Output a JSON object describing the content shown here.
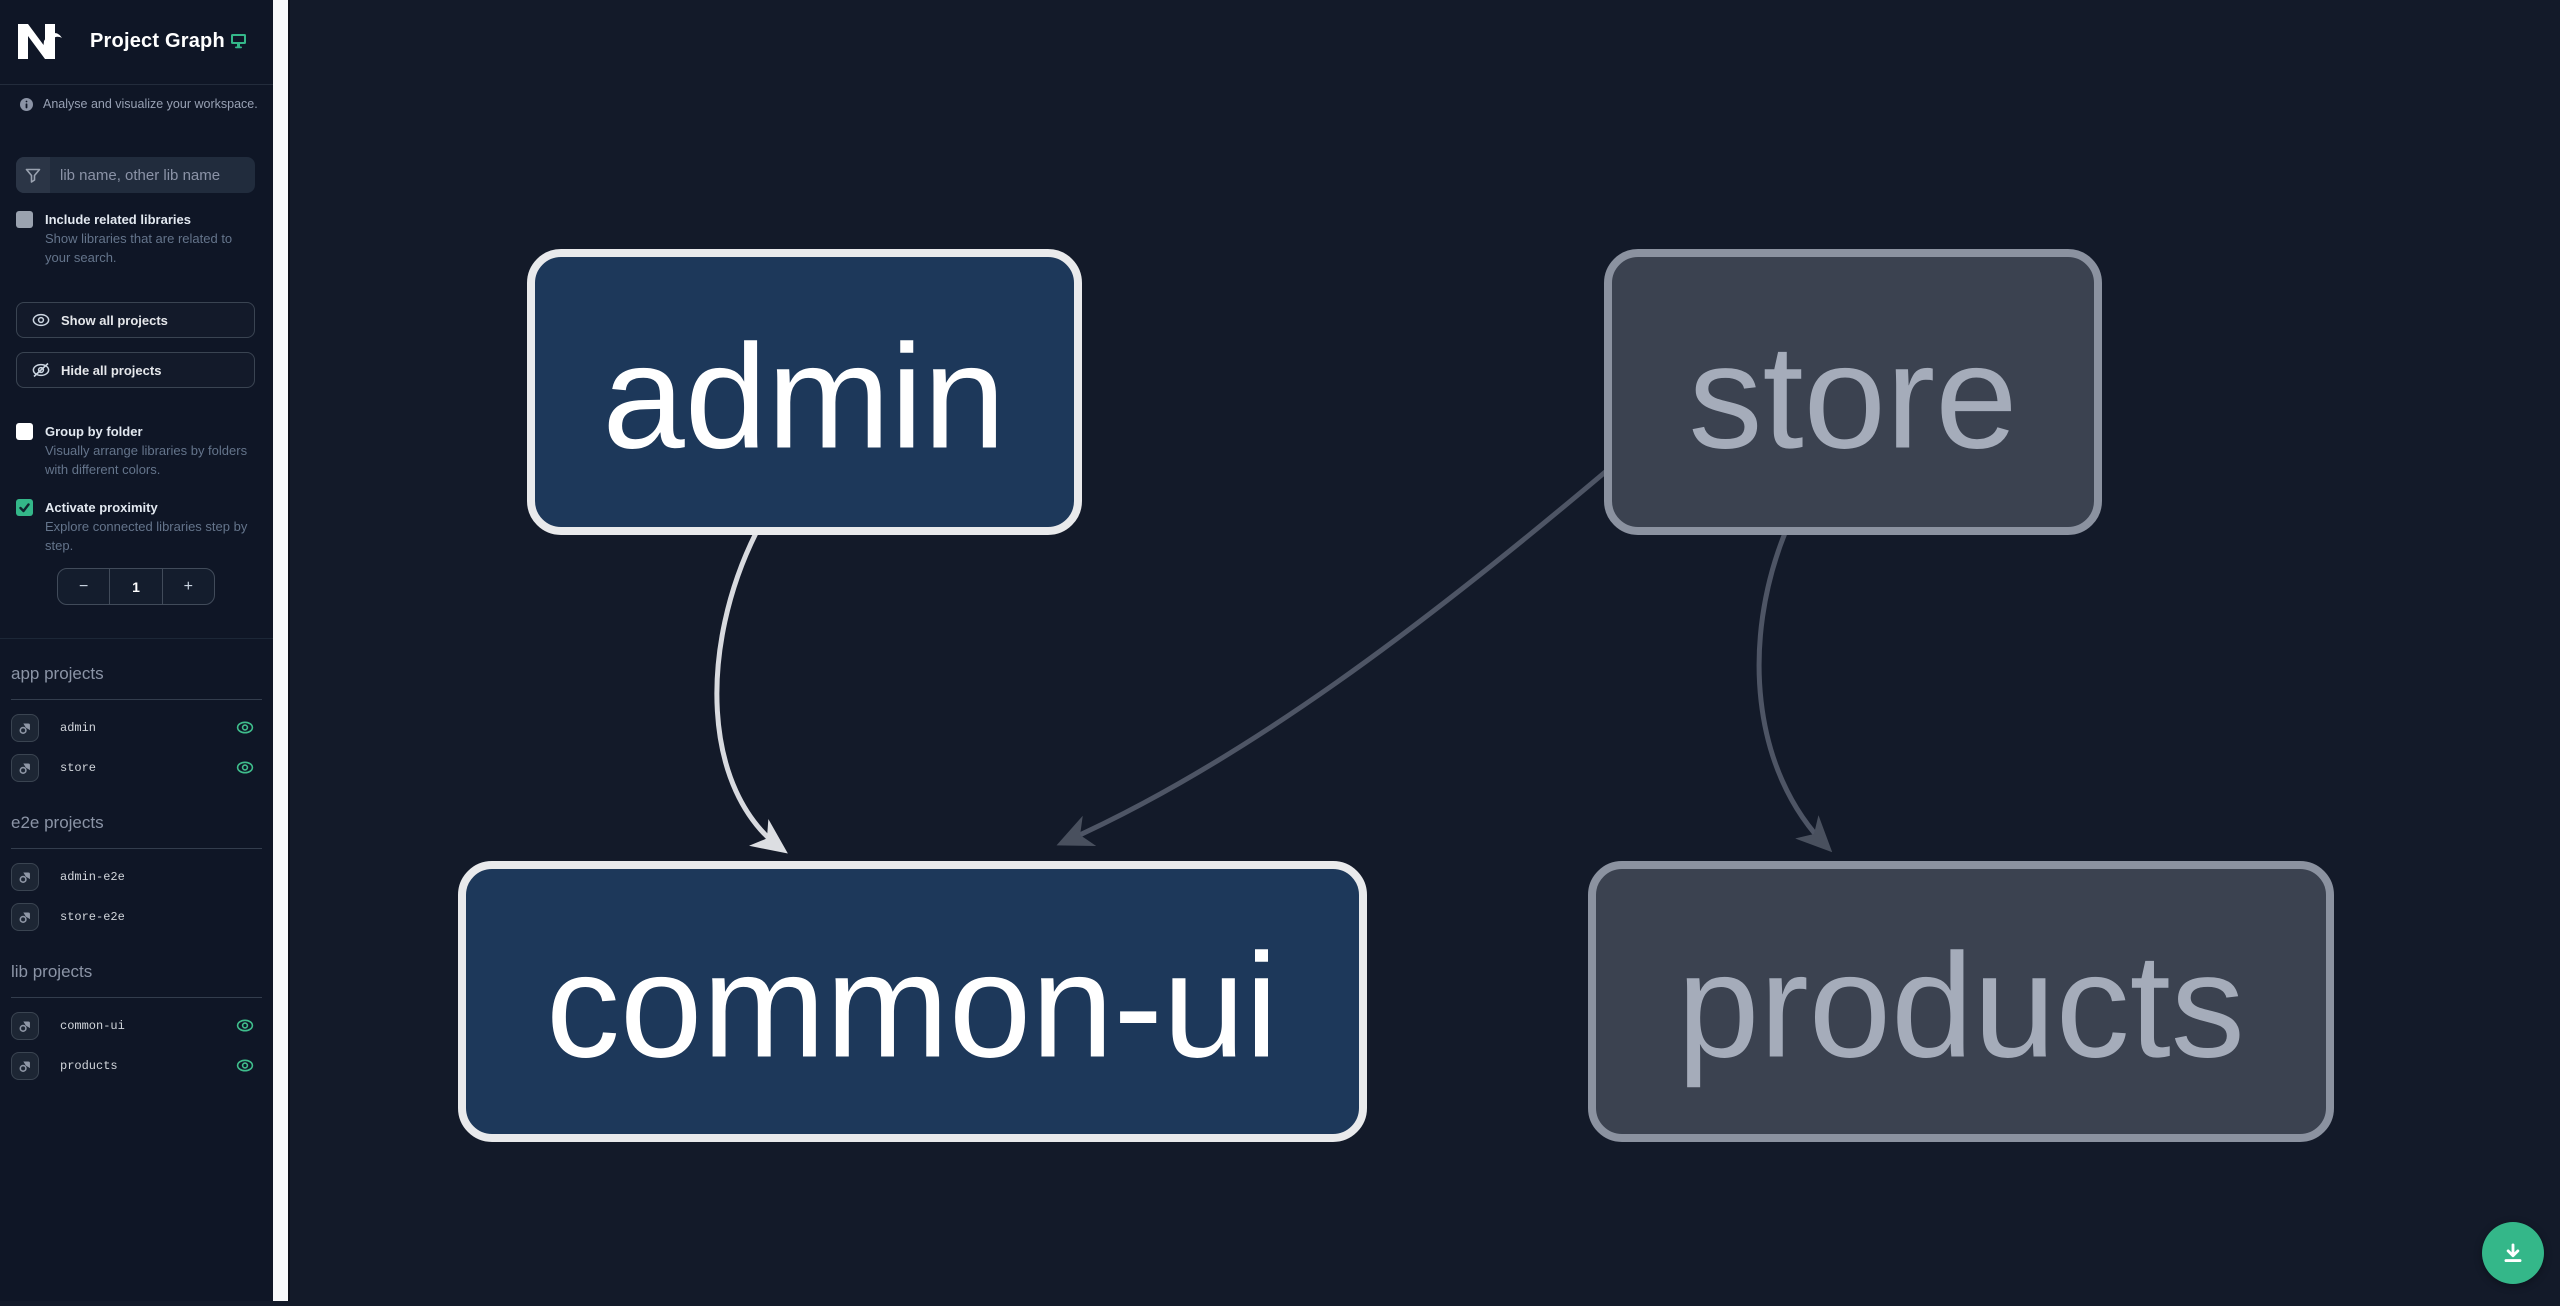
{
  "header": {
    "title": "Project Graph"
  },
  "subtitle": {
    "text": "Analyse and visualize your workspace."
  },
  "filter": {
    "placeholder": "lib name, other lib name",
    "value": ""
  },
  "buttons": {
    "show_all": "Show all projects",
    "hide_all": "Hide all projects"
  },
  "options": {
    "include_related": {
      "label": "Include related libraries",
      "description": "Show libraries that are related to your search.",
      "checked": false
    },
    "group_by_folder": {
      "label": "Group by folder",
      "description": "Visually arrange libraries by folders with different colors.",
      "checked": false
    },
    "activate_proximity": {
      "label": "Activate proximity",
      "description": "Explore connected libraries step by step.",
      "checked": true
    }
  },
  "proximity_stepper": {
    "decrement": "−",
    "value": "1",
    "increment": "+"
  },
  "sections": [
    {
      "title": "app projects",
      "items": [
        {
          "name": "admin",
          "visible": true
        },
        {
          "name": "store",
          "visible": true
        }
      ]
    },
    {
      "title": "e2e projects",
      "items": [
        {
          "name": "admin-e2e",
          "visible": false
        },
        {
          "name": "store-e2e",
          "visible": false
        }
      ]
    },
    {
      "title": "lib projects",
      "items": [
        {
          "name": "common-ui",
          "visible": true
        },
        {
          "name": "products",
          "visible": true
        }
      ]
    }
  ],
  "graph": {
    "nodes": [
      {
        "label": "admin",
        "state": "focused"
      },
      {
        "label": "store",
        "state": "unfocused"
      },
      {
        "label": "common-ui",
        "state": "focused"
      },
      {
        "label": "products",
        "state": "unfocused"
      }
    ],
    "edges": [
      {
        "from": "admin",
        "to": "common-ui",
        "style": "highlighted"
      },
      {
        "from": "store",
        "to": "common-ui",
        "style": "dimmed"
      },
      {
        "from": "store",
        "to": "products",
        "style": "dimmed"
      }
    ]
  },
  "colors": {
    "accent_green": "#34b789",
    "sidebar_bg": "#0f1626",
    "canvas_bg": "#131a29",
    "node_focused_fill": "#1d385a",
    "node_focused_border": "#e9eaec",
    "node_unfocused_fill": "#3b4250",
    "node_unfocused_border": "#8b92a0",
    "edge_highlighted": "#d8dadf",
    "edge_dimmed": "#4e5565"
  }
}
